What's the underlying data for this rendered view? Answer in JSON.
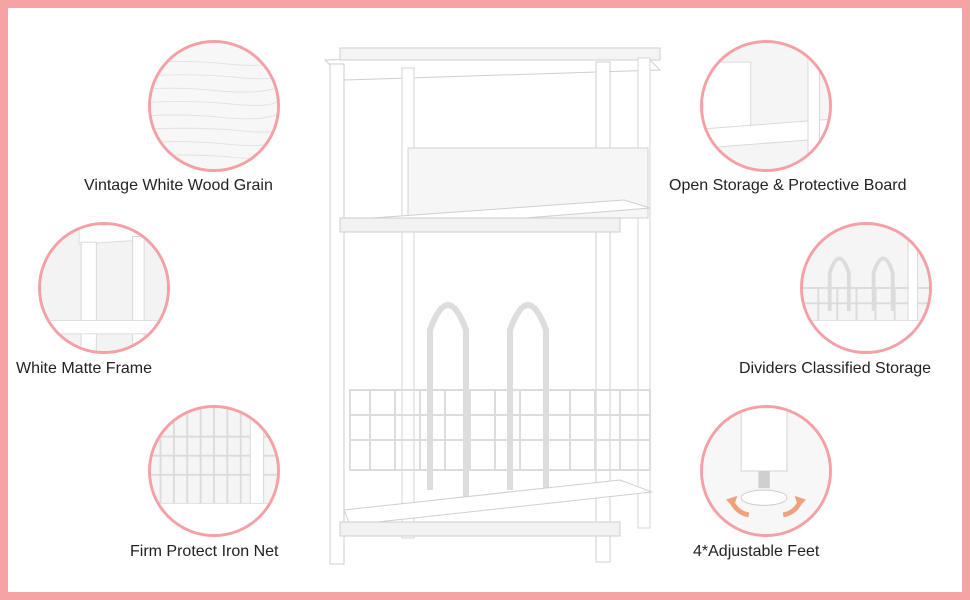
{
  "accent_color": "#f6a3a6",
  "features": {
    "wood_grain": "Vintage White Wood Grain",
    "matte_frame": "White Matte Frame",
    "iron_net": "Firm Protect Iron Net",
    "open_storage": "Open Storage & Protective Board",
    "dividers": "Dividers Classified Storage",
    "feet": "4*Adjustable Feet"
  }
}
